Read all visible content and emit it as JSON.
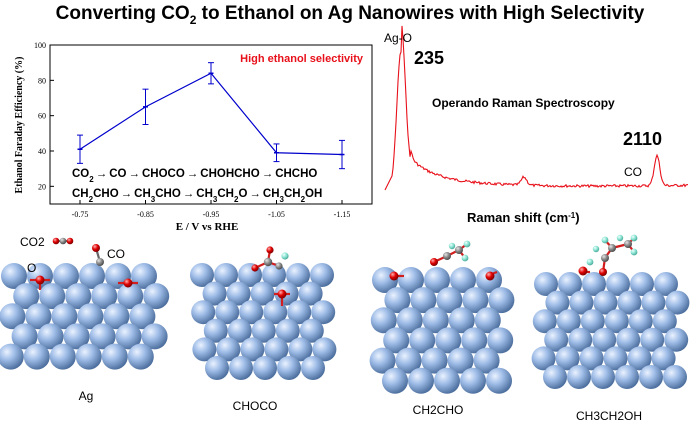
{
  "title": {
    "pre": "Converting CO",
    "sub": "2",
    "post": " to Ethanol on Ag Nanowires with High Selectivity"
  },
  "chart_data": {
    "type": "line",
    "categories": [
      "-0.75",
      "-0.85",
      "-0.95",
      "-1.05",
      "-1.15"
    ],
    "series": [
      {
        "values": [
          41,
          65,
          84,
          39,
          38
        ],
        "errors": [
          8,
          10,
          6,
          5,
          8
        ],
        "color": "#0000cc"
      }
    ],
    "ylim": [
      10,
      100
    ],
    "yticks": [
      "20",
      "40",
      "60",
      "80",
      "100"
    ],
    "ylabel": "Ethanol Faraday Efficiency (%)",
    "xlabel": "E / V vs RHE",
    "annotation": "High ethanol selectivity",
    "annotation_color": "#e8101a"
  },
  "pathway": {
    "row1": [
      {
        "parts": [
          [
            "CO",
            ""
          ],
          [
            "2",
            "sub"
          ]
        ]
      },
      {
        "parts": [
          [
            "CO",
            ""
          ]
        ]
      },
      {
        "parts": [
          [
            "CHOCO",
            ""
          ]
        ]
      },
      {
        "parts": [
          [
            "CHOHCHO",
            ""
          ]
        ]
      },
      {
        "parts": [
          [
            "CHCHO",
            ""
          ]
        ]
      }
    ],
    "row2": [
      {
        "parts": [
          [
            "CH",
            ""
          ],
          [
            "2",
            "sub"
          ],
          [
            "CHO",
            ""
          ]
        ]
      },
      {
        "parts": [
          [
            "CH",
            ""
          ],
          [
            "3",
            "sub"
          ],
          [
            "CHO",
            ""
          ]
        ]
      },
      {
        "parts": [
          [
            "CH",
            ""
          ],
          [
            "3",
            "sub"
          ],
          [
            "CH",
            ""
          ],
          [
            "2",
            "sub"
          ],
          [
            "O",
            ""
          ]
        ]
      },
      {
        "parts": [
          [
            "CH",
            ""
          ],
          [
            "3",
            "sub"
          ],
          [
            "CH",
            ""
          ],
          [
            "2",
            "sub"
          ],
          [
            "OH",
            ""
          ]
        ]
      }
    ],
    "arrow": "→"
  },
  "raman": {
    "title": "Operando Raman Spectroscopy",
    "peak1_label": "Ag-O",
    "peak1_value": "235",
    "peak2_value": "2110",
    "peak2_label": "CO",
    "xlabel_pre": "Raman shift (cm",
    "xlabel_sup": "-1",
    "xlabel_post": ")",
    "color": "#e8101a"
  },
  "panels": {
    "p1_label": "Ag",
    "p2_label": "CHOCO",
    "p3_label": "CH2CHO",
    "p4_label": "CH3CH2OH",
    "co2_label": "CO2",
    "co_label": "CO",
    "o_label": "O"
  },
  "colors": {
    "ag": "#8fb0dc",
    "oxygen": "#e00000",
    "carbon": "#8c8c8c",
    "hydrogen": "#8ee6d6",
    "bond": "#d21e1e"
  }
}
